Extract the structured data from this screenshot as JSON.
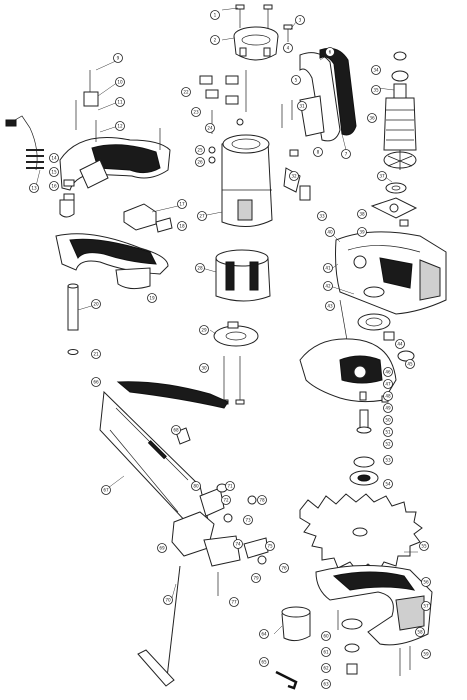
{
  "diagram": {
    "callouts": [
      {
        "label": "1"
      },
      {
        "label": "2"
      },
      {
        "label": "3"
      },
      {
        "label": "4"
      },
      {
        "label": "5"
      },
      {
        "label": "6"
      },
      {
        "label": "7"
      },
      {
        "label": "8"
      },
      {
        "label": "9"
      },
      {
        "label": "10"
      },
      {
        "label": "11"
      },
      {
        "label": "12"
      },
      {
        "label": "13"
      },
      {
        "label": "14"
      },
      {
        "label": "15"
      },
      {
        "label": "16"
      },
      {
        "label": "17"
      },
      {
        "label": "18"
      },
      {
        "label": "19"
      },
      {
        "label": "20"
      },
      {
        "label": "21"
      },
      {
        "label": "22"
      },
      {
        "label": "23"
      },
      {
        "label": "24"
      },
      {
        "label": "25"
      },
      {
        "label": "26"
      },
      {
        "label": "27"
      },
      {
        "label": "28"
      },
      {
        "label": "29"
      },
      {
        "label": "30"
      },
      {
        "label": "31"
      },
      {
        "label": "32"
      },
      {
        "label": "33"
      },
      {
        "label": "34"
      },
      {
        "label": "35"
      },
      {
        "label": "36"
      },
      {
        "label": "37"
      },
      {
        "label": "38"
      },
      {
        "label": "39"
      },
      {
        "label": "40"
      },
      {
        "label": "41"
      },
      {
        "label": "42"
      },
      {
        "label": "43"
      },
      {
        "label": "44"
      },
      {
        "label": "45"
      },
      {
        "label": "46"
      },
      {
        "label": "47"
      },
      {
        "label": "48"
      },
      {
        "label": "49"
      },
      {
        "label": "50"
      },
      {
        "label": "51"
      },
      {
        "label": "52"
      },
      {
        "label": "53"
      },
      {
        "label": "54"
      },
      {
        "label": "55"
      },
      {
        "label": "56"
      },
      {
        "label": "57"
      },
      {
        "label": "58"
      },
      {
        "label": "59"
      },
      {
        "label": "60"
      },
      {
        "label": "61"
      },
      {
        "label": "62"
      },
      {
        "label": "63"
      },
      {
        "label": "64"
      },
      {
        "label": "65"
      },
      {
        "label": "66"
      },
      {
        "label": "67"
      },
      {
        "label": "68"
      },
      {
        "label": "69"
      },
      {
        "label": "70"
      },
      {
        "label": "71"
      },
      {
        "label": "72"
      },
      {
        "label": "73"
      },
      {
        "label": "74"
      },
      {
        "label": "75"
      },
      {
        "label": "76"
      },
      {
        "label": "77"
      },
      {
        "label": "78"
      },
      {
        "label": "79"
      },
      {
        "label": "80"
      }
    ]
  }
}
